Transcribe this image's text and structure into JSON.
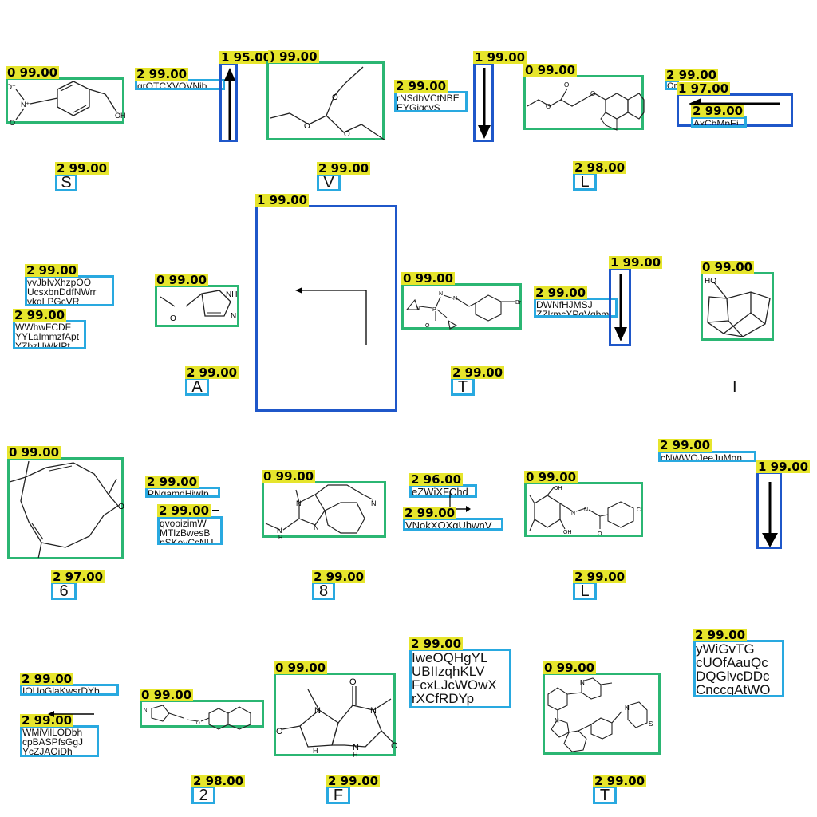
{
  "labels": {
    "m1": "0 99.00",
    "t1": "2 99.00",
    "a1": "1 95.00",
    "m2": ") 99.00",
    "t2": "2 99.00",
    "a2": "1 99.00",
    "m3": "0 99.00",
    "t3": "2 99.00",
    "a3": "1 97.00",
    "t4": "2 99.00",
    "s1": "2 99.00",
    "s2": "2 99.00",
    "s3": "2 98.00",
    "t5": "2 99.00",
    "t6": "2 99.00",
    "m4": "0 99.00",
    "a4": "1 99.00",
    "m5": "0 99.00",
    "t7": "2 99.00",
    "a5": "1 99.00",
    "m6": "0 99.00",
    "s4": "2 99.00",
    "s5": "2 99.00",
    "m7": "0 99.00",
    "t8": "2 99.00",
    "t9": "2 99.00",
    "m8": "0 99.00",
    "t10": "2 96.00",
    "t11": "2 99.00",
    "m9": "0 99.00",
    "t12": "2 99.00",
    "a6": "1 99.00",
    "s6": "2 97.00",
    "s7": "2 99.00",
    "s8": "2 99.00",
    "t13": "2 99.00",
    "t14": "2 99.00",
    "m10": "0 99.00",
    "m11": "0 99.00",
    "t15": "2 99.00",
    "m12": "0 99.00",
    "t16": "2 99.00",
    "s9": "2 98.00",
    "s10": "2 99.00",
    "s11": "2 99.00"
  },
  "texts": {
    "t1": [
      "qrQTCXVQVNib"
    ],
    "t2": [
      "rNSdbVCtNBE",
      "EYGjqcyS"
    ],
    "t3_frag": "Qr",
    "t4": [
      "AxCbMpEj"
    ],
    "t5": [
      "vvJbIvXhzpOO",
      "UcsxbnDdfNWrr",
      "vkqLPGcVR"
    ],
    "t6": [
      "WWhwFCDF",
      "YYLaImmzfApt",
      "YZbzUWkIPt"
    ],
    "t7": [
      "DWNfHJMSJ",
      "ZZlrmcXPgVgbm"
    ],
    "t8": [
      "PNgamdHjwIp"
    ],
    "t9": [
      "qvooizimW",
      "MTlzBwesB",
      "pSKoyCsNU"
    ],
    "t10": [
      "eZWiXFChd"
    ],
    "t11": [
      "VNokXQXgUhwnV"
    ],
    "t12": [
      "cNWWQJeeJuMqn"
    ],
    "t13": [
      "IQUoGlaKwsrDYb"
    ],
    "t14": [
      "WMiVilLODbh",
      "cpBASPfsGgJ",
      "YcZJAQjDh"
    ],
    "t15": [
      "IweOQHgYL",
      "UBIIzqhKLV",
      "FcxLJcWOwX",
      "rXCfRDYp"
    ],
    "t16": [
      "yWiGvTG",
      "cUOfAauQc",
      "DQGlvcDDc",
      "CnccgAtWO"
    ]
  },
  "letters": {
    "s1": "S",
    "s2": "V",
    "s3": "L",
    "s4": "A",
    "s5": "T",
    "s6": "6",
    "s7": "8",
    "s8": "L",
    "s9": "2",
    "s10": "F",
    "s11": "T",
    "stray": "I"
  },
  "atoms": {
    "m1_o_minus": "O⁻",
    "m1_n_plus": "N⁺",
    "m1_o": "O",
    "m1_oh": "OH",
    "m2_o1": "O",
    "m2_o2": "O",
    "m2_o3": "O",
    "m3_o1": "O",
    "m3_o2": "O",
    "m3_o3": "O",
    "m4_nh": "NH",
    "m4_n": "N",
    "m4_o": "O",
    "m5_n1": "N",
    "m5_n2": "N",
    "m5_n3": "N",
    "m5_p": "P",
    "m5_o": "O",
    "m5_br": "Br",
    "m6_ho": "HO",
    "m7_o": "O",
    "m8_n1": "N",
    "m8_n2": "N",
    "m8_n3": "N",
    "m8_n4": "N",
    "m8_h": "H",
    "m9_oh1": "OH",
    "m9_oh2": "OH",
    "m9_n1": "N",
    "m9_n2": "N",
    "m9_o": "O",
    "m9_cl": "Cl",
    "m10_o": "O",
    "m10_n": "N",
    "m11_o1": "O",
    "m11_o2": "O",
    "m11_o3": "O",
    "m11_n1": "N",
    "m11_n2": "N",
    "m11_n3": "N",
    "m11_h1": "H",
    "m11_h2": "H",
    "m12_n1": "N",
    "m12_n2": "N",
    "m12_n3": "N",
    "m12_s": "S"
  },
  "colors": {
    "molecule_box": "#2bb673",
    "text_box": "#29a9e0",
    "arrow_box": "#1f57c9",
    "label_bg": "#e6e52c"
  }
}
